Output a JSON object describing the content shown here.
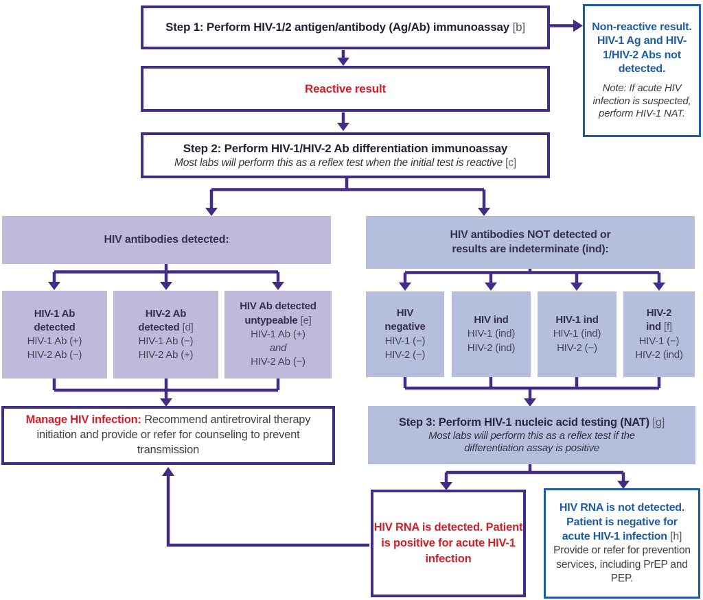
{
  "colors": {
    "accent_purple": "#432c85",
    "accent_blue": "#1d5ca5",
    "accent_red": "#d61d28",
    "fill_lavender": "#c1b9dc",
    "fill_periwinkle": "#b6bedd",
    "ref_gray": "#595566"
  },
  "flow": {
    "step1": {
      "title": "Step 1: Perform HIV-1/2 antigen/antibody (Ag/Ab) immunoassay",
      "ref": "[b]"
    },
    "non_reactive": {
      "bold": "Non-reactive result. HIV-1 Ag and HIV-1/HIV-2 Abs not detected.",
      "note": "Note: If acute HIV infection is suspected, perform HIV-1 NAT."
    },
    "reactive": {
      "label": "Reactive result"
    },
    "step2": {
      "title": "Step 2: Perform HIV-1/HIV-2 Ab differentiation immunoassay",
      "subtitle": "Most labs will perform this as a reflex test when the initial test is reactive",
      "ref": "[c]"
    },
    "antibodies_detected": {
      "header": "HIV antibodies detected:",
      "results": [
        {
          "title": "HIV-1 Ab detected",
          "ref": "",
          "line1": "HIV-1 Ab (+)",
          "line2": "HIV-2 Ab (−)"
        },
        {
          "title": "HIV-2 Ab detected",
          "ref": "[d]",
          "line1": "HIV-1 Ab (−)",
          "line2": "HIV-2 Ab (+)"
        },
        {
          "title": "HIV Ab detected untypeable",
          "ref": "[e]",
          "line1": "HIV-1 Ab (+)",
          "conjunction": "and",
          "line2": "HIV-2 Ab (−)"
        }
      ]
    },
    "antibodies_not_detected": {
      "header_line1": "HIV antibodies NOT detected or",
      "header_line2": "results are indeterminate (ind):",
      "results": [
        {
          "title": "HIV negative",
          "ref": "",
          "line1": "HIV-1 (−)",
          "line2": "HIV-2 (−)"
        },
        {
          "title": "HIV ind",
          "ref": "",
          "line1": "HIV-1 (ind)",
          "line2": "HIV-2 (ind)"
        },
        {
          "title": "HIV-1 ind",
          "ref": "",
          "line1": "HIV-1 (ind)",
          "line2": "HIV-2 (−)"
        },
        {
          "title": "HIV-2 ind",
          "ref": "[f]",
          "line1": "HIV-1 (−)",
          "line2": "HIV-2 (ind)"
        }
      ]
    },
    "manage": {
      "lead": "Manage HIV infection:",
      "body": "Recommend antiretroviral therapy initiation and provide or refer for counseling to prevent transmission"
    },
    "step3": {
      "title": "Step 3: Perform HIV-1 nucleic acid testing (NAT)",
      "ref": "[g]",
      "subtitle_line1": "Most labs will perform this as a reflex test if the",
      "subtitle_line2": "differentiation assay is positive"
    },
    "rna_detected": {
      "text": "HIV RNA is detected. Patient is positive for acute HIV-1 infection"
    },
    "rna_not_detected": {
      "bold": "HIV RNA is not detected. Patient is negative for acute HIV-1 infection",
      "ref": "[h]",
      "body": "Provide or refer for prevention services, including PrEP and PEP."
    }
  }
}
